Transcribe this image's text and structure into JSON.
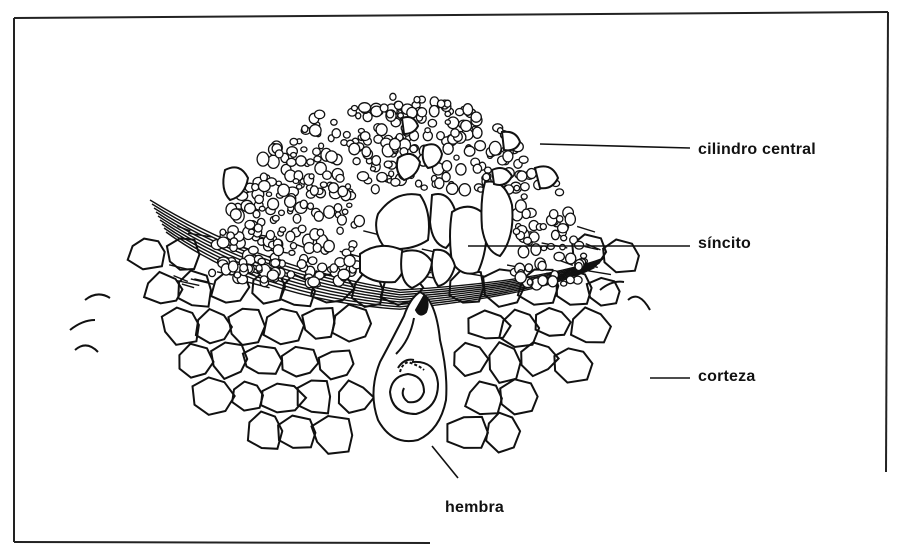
{
  "labels": {
    "cylinder": "cilindro central",
    "syncytium": "síncito",
    "cortex": "corteza",
    "female": "hembra"
  },
  "colors": {
    "ink": "#111111",
    "background": "#ffffff"
  }
}
